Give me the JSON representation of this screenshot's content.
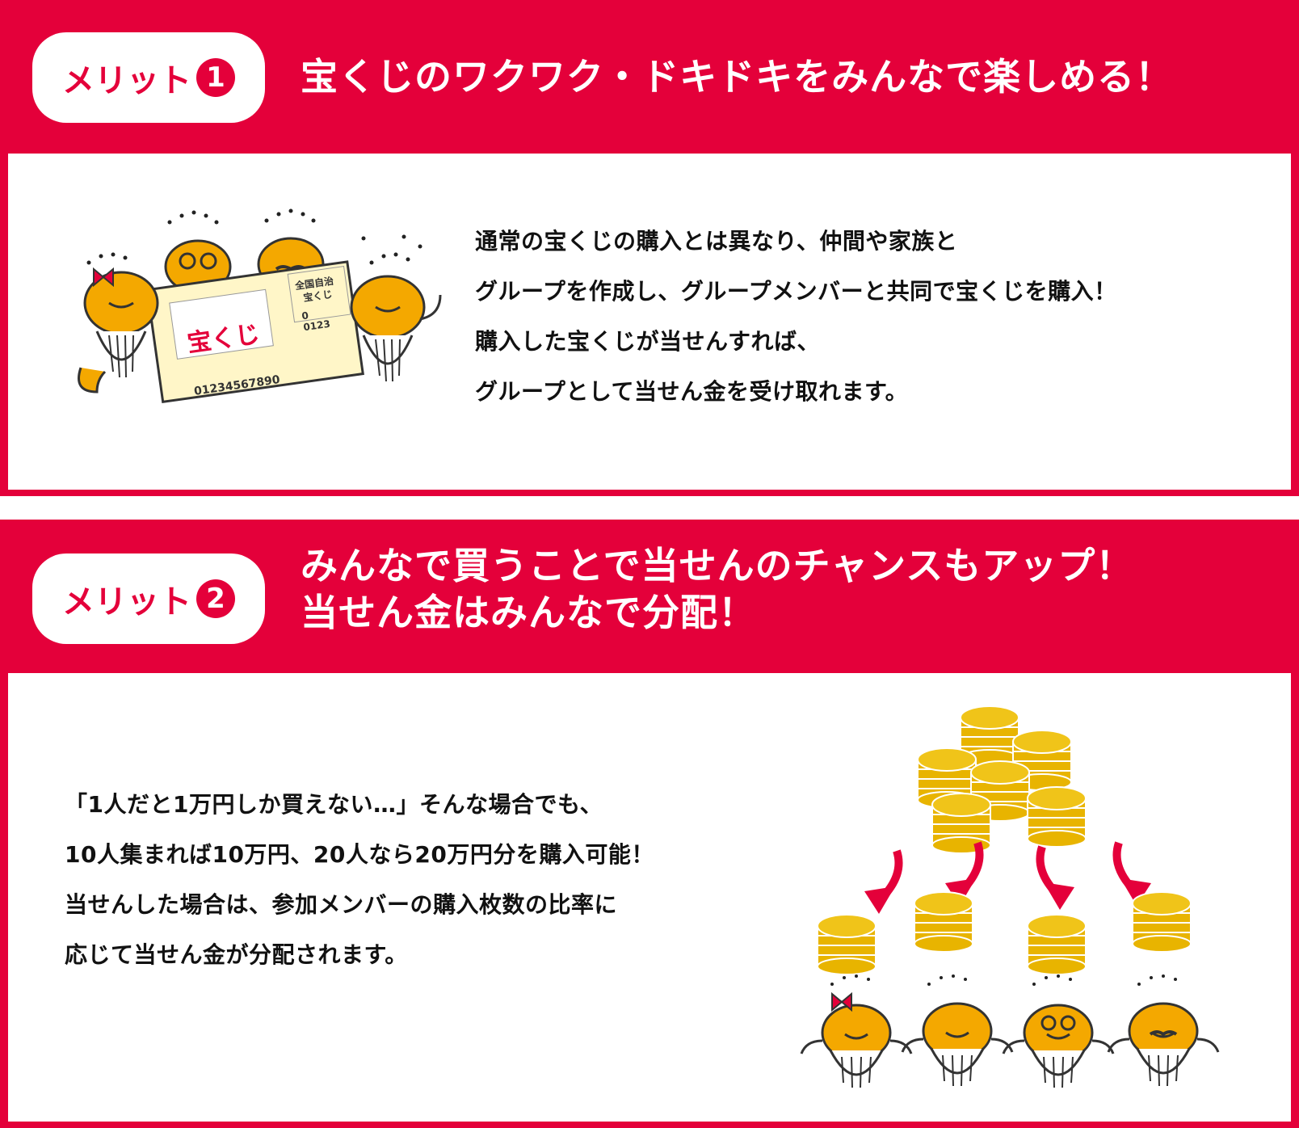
{
  "merit1": {
    "badge_label": "メリット",
    "badge_number": "1",
    "heading": "宝くじのワクワク・ドキドキをみんなで楽しめる！",
    "body_lines": [
      "通常の宝くじの購入とは異なり、仲間や家族と",
      "グループを作成し、グループメンバーと共同で宝くじを購入！",
      "購入した宝くじが当せんすれば、",
      "グループとして当せん金を受け取れます。"
    ],
    "ticket": {
      "title": "宝くじ",
      "number": "01234567890",
      "side_label_1": "全国自治",
      "side_label_2": "宝くじ",
      "side_num_1": "0",
      "side_num_2": "0123"
    }
  },
  "merit2": {
    "badge_label": "メリット",
    "badge_number": "2",
    "heading_line1": "みんなで買うことで当せんのチャンスもアップ！",
    "heading_line2": "当せん金はみんなで分配！",
    "body_lines": [
      "「1人だと1万円しか買えない…」そんな場合でも、",
      "10人集まれば10万円、20人なら20万円分を購入可能！",
      "当せんした場合は、参加メンバーの購入枚数の比率に",
      "応じて当せん金が分配されます。"
    ]
  },
  "colors": {
    "brand_red": "#e4003a",
    "gold": "#e8b400",
    "whale": "#f4a800"
  }
}
